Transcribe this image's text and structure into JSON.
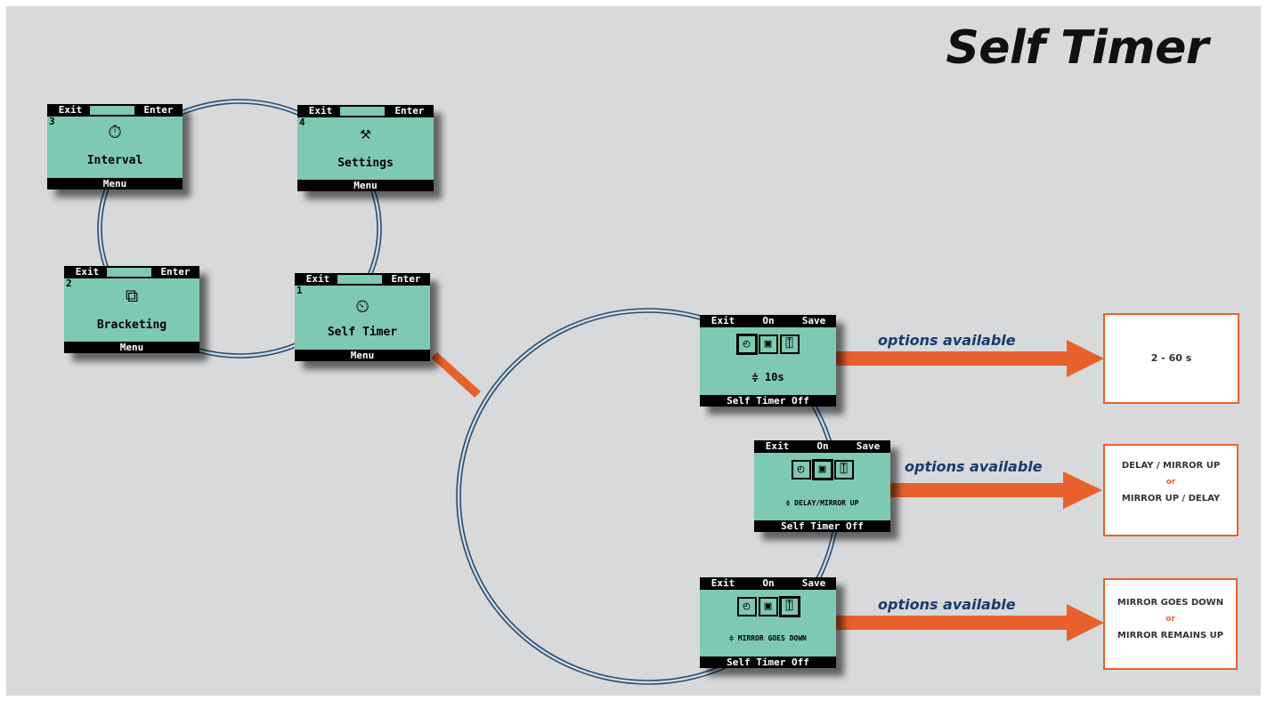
{
  "title": "Self Timer",
  "colors": {
    "screen": "#7ec9b3",
    "arrow": "#e8612c",
    "wire": "#1f4f78",
    "label": "#1a3a6b"
  },
  "menu_screens": [
    {
      "id": "interval",
      "number": "3",
      "exit": "Exit",
      "enter": "Enter",
      "label": "Interval",
      "footer": "Menu",
      "icon": "interval-icon",
      "glyph": "⏱"
    },
    {
      "id": "settings",
      "number": "4",
      "exit": "Exit",
      "enter": "Enter",
      "label": "Settings",
      "footer": "Menu",
      "icon": "settings-icon",
      "glyph": "⚒"
    },
    {
      "id": "bracketing",
      "number": "2",
      "exit": "Exit",
      "enter": "Enter",
      "label": "Bracketing",
      "footer": "Menu",
      "icon": "bracketing-icon",
      "glyph": "⧉"
    },
    {
      "id": "self-timer",
      "number": "1",
      "exit": "Exit",
      "enter": "Enter",
      "label": "Self Timer",
      "footer": "Menu",
      "icon": "self-timer-icon",
      "glyph": "⏲"
    }
  ],
  "sub_screens": [
    {
      "id": "delay",
      "exit": "Exit",
      "on": "On",
      "save": "Save",
      "value": "≑ 10s",
      "footer": "Self Timer Off"
    },
    {
      "id": "mirror-order",
      "exit": "Exit",
      "on": "On",
      "save": "Save",
      "value": "≑ DELAY/MIRROR UP",
      "footer": "Self Timer Off"
    },
    {
      "id": "mirror-after",
      "exit": "Exit",
      "on": "On",
      "save": "Save",
      "value": "≑ MIRROR GOES DOWN",
      "footer": "Self Timer Off"
    }
  ],
  "options": [
    {
      "label": "options available",
      "lines": [
        "2 - 60 s"
      ]
    },
    {
      "label": "options available",
      "lines": [
        "DELAY / MIRROR UP",
        "or",
        "MIRROR UP / DELAY"
      ]
    },
    {
      "label": "options available",
      "lines": [
        "MIRROR GOES DOWN",
        "or",
        "MIRROR REMAINS UP"
      ]
    }
  ]
}
